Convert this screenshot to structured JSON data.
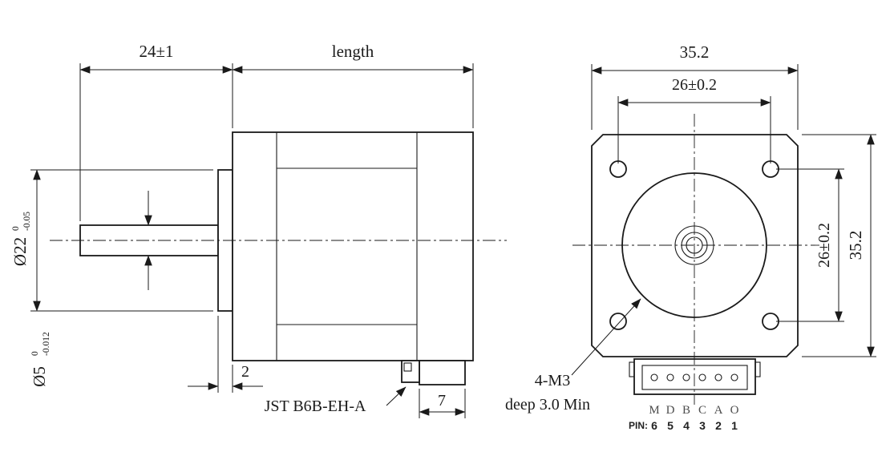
{
  "side_view": {
    "dim_shaft_extension": "24±1",
    "dim_body_length_label": "length",
    "pilot_diameter": {
      "value": "Ø22",
      "tol_upper": "0",
      "tol_lower": "-0.05"
    },
    "shaft_diameter": {
      "value": "Ø5",
      "tol_upper": "0",
      "tol_lower": "-0.012"
    },
    "dim_boss_protrusion": "2",
    "connector_callout": "JST B6B-EH-A",
    "dim_rear_protrusion": "7"
  },
  "front_view": {
    "dim_overall_width": "35.2",
    "dim_mount_hole_spacing_h": "26±0.2",
    "dim_mount_hole_spacing_v": "26±0.2",
    "dim_overall_height": "35.2",
    "mount_hole_callout_line1": "4-M3",
    "mount_hole_callout_line2": "deep 3.0 Min",
    "connector_pinout": {
      "pin_letters": [
        "M",
        "D",
        "B",
        "C",
        "A",
        "O"
      ],
      "pin_label": "PIN:",
      "pin_numbers": [
        "6",
        "5",
        "4",
        "3",
        "2",
        "1"
      ]
    }
  }
}
